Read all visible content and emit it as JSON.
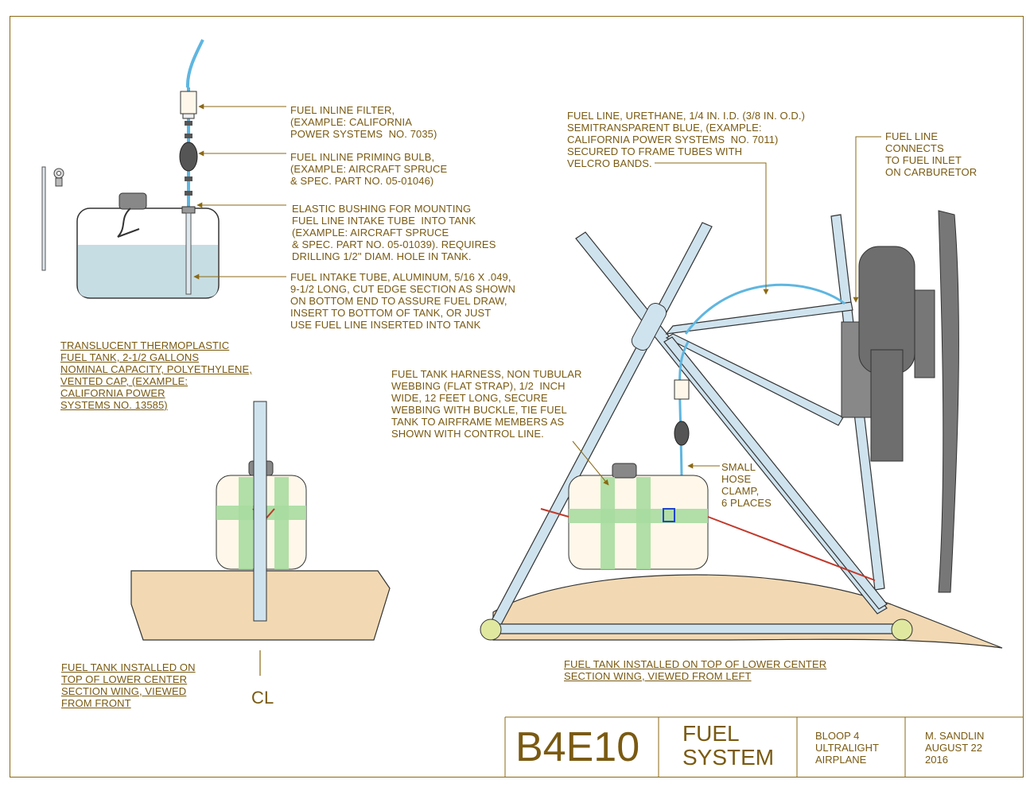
{
  "annotations": {
    "inline_filter": "FUEL INLINE FILTER,\n(EXAMPLE: CALIFORNIA\nPOWER SYSTEMS  NO. 7035)",
    "priming_bulb": "FUEL INLINE PRIMING BULB,\n(EXAMPLE: AIRCRAFT SPRUCE\n& SPEC. PART NO. 05-01046)",
    "elastic_bushing": "ELASTIC BUSHING FOR MOUNTING\nFUEL LINE INTAKE TUBE  INTO TANK\n(EXAMPLE: AIRCRAFT SPRUCE\n& SPEC. PART NO. 05-01039). REQUIRES\nDRILLING 1/2\" DIAM. HOLE IN TANK.",
    "intake_tube": "FUEL INTAKE TUBE, ALUMINUM, 5/16 X .049,\n9-1/2 LONG, CUT EDGE SECTION AS SHOWN\nON BOTTOM END TO ASSURE FUEL DRAW,\nINSERT TO BOTTOM OF TANK, OR JUST\nUSE FUEL LINE INSERTED INTO TANK",
    "fuel_tank": "TRANSLUCENT THERMOPLASTIC\nFUEL TANK, 2-1/2 GALLONS\nNOMINAL CAPACITY, POLYETHYLENE,\nVENTED CAP, (EXAMPLE:\nCALIFORNIA POWER\nSYSTEMS NO. 13585)",
    "fuel_line": "FUEL LINE, URETHANE, 1/4 IN. I.D. (3/8 IN. O.D.)\nSEMITRANSPARENT BLUE, (EXAMPLE:\nCALIFORNIA POWER SYSTEMS  NO. 7011)\nSECURED TO FRAME TUBES WITH\nVELCRO BANDS.",
    "fuel_line_connects": "FUEL LINE\nCONNECTS\nTO FUEL INLET\nON CARBURETOR",
    "harness": "FUEL TANK HARNESS, NON TUBULAR\nWEBBING (FLAT STRAP), 1/2  INCH\nWIDE, 12 FEET LONG, SECURE\nWEBBING WITH BUCKLE, TIE FUEL\nTANK TO AIRFRAME MEMBERS AS\nSHOWN WITH CONTROL LINE.",
    "hose_clamp": "SMALL\nHOSE\nCLAMP,\n6 PLACES",
    "front_view": "FUEL TANK INSTALLED ON\nTOP OF LOWER CENTER\nSECTION WING, VIEWED\nFROM FRONT",
    "left_view": "FUEL TANK INSTALLED ON TOP OF LOWER CENTER\nSECTION WING, VIEWED FROM LEFT",
    "centerline": "CL"
  },
  "title_block": {
    "drawing_id": "B4E10",
    "title": "FUEL\nSYSTEM",
    "project": "BLOOP 4\nULTRALIGHT\nAIRPLANE",
    "author_date": "M. SANDLIN\nAUGUST 22\n2016"
  },
  "colors": {
    "border": "#8b6914",
    "text": "#7a5a12",
    "tube": "#cfe3ee",
    "fuel": "#c6dde3",
    "strap": "#a8dca0",
    "wing": "#f2d9b3",
    "engine": "#6e6e6e",
    "control_line": "#c0392b"
  }
}
